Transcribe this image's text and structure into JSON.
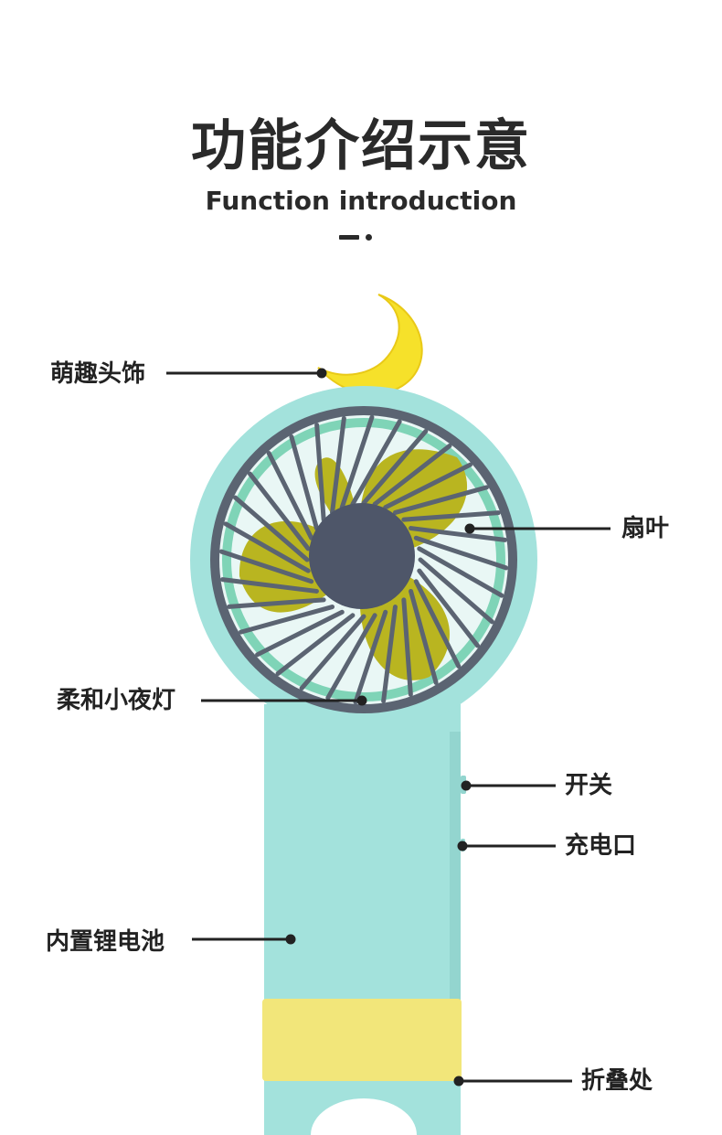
{
  "header": {
    "title": "功能介绍示意",
    "subtitle": "Function introduction"
  },
  "callouts": {
    "headpiece": "萌趣头饰",
    "blades": "扇叶",
    "night_light": "柔和小夜灯",
    "switch": "开关",
    "charging_port": "充电口",
    "battery": "内置锂电池",
    "fold_point": "折叠处"
  },
  "colors": {
    "body": "#a3e2dc",
    "grille": "#5b6472",
    "blades": "#b9b520",
    "moon": "#f6e12a",
    "fold_band": "#f2e67a",
    "text": "#222222"
  }
}
